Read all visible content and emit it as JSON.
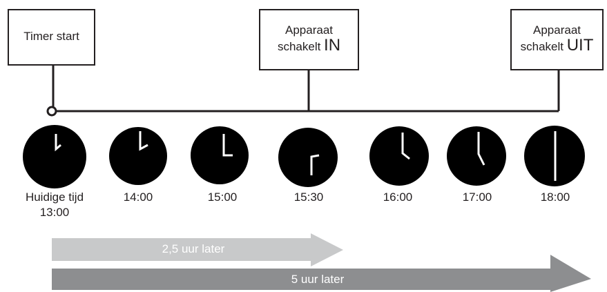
{
  "boxes": {
    "timer_start": "Timer start",
    "on": {
      "line1": "Apparaat",
      "line2a": "schakelt ",
      "line2b": "IN"
    },
    "off": {
      "line1": "Apparaat",
      "line2a": "schakelt ",
      "line2b": "UIT"
    }
  },
  "clocks": [
    {
      "label": "Huidige tijd",
      "time": "13:00"
    },
    {
      "label": "",
      "time": "14:00"
    },
    {
      "label": "",
      "time": "15:00"
    },
    {
      "label": "",
      "time": "15:30"
    },
    {
      "label": "",
      "time": "16:00"
    },
    {
      "label": "",
      "time": "17:00"
    },
    {
      "label": "",
      "time": "18:00"
    }
  ],
  "arrows": {
    "short_label": "2,5 uur later",
    "long_label": "5 uur later",
    "short_color": "#c8c9ca",
    "long_color": "#8d8e90"
  }
}
